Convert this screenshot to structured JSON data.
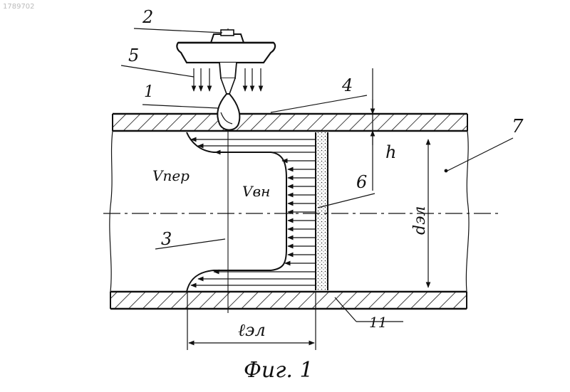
{
  "labels": {
    "corner": "1789702",
    "n1": "1",
    "n2": "2",
    "n3": "3",
    "n4": "4",
    "n5": "5",
    "n6": "6",
    "n7": "7",
    "n11": "11",
    "v_per": "Vпер",
    "v_vn": "Vвн",
    "h": "h",
    "d_el": "dэл",
    "l_el": "ℓэл",
    "caption": "Фиг. 1"
  },
  "colors": {
    "ink": "#111111",
    "paper": "#ffffff"
  }
}
